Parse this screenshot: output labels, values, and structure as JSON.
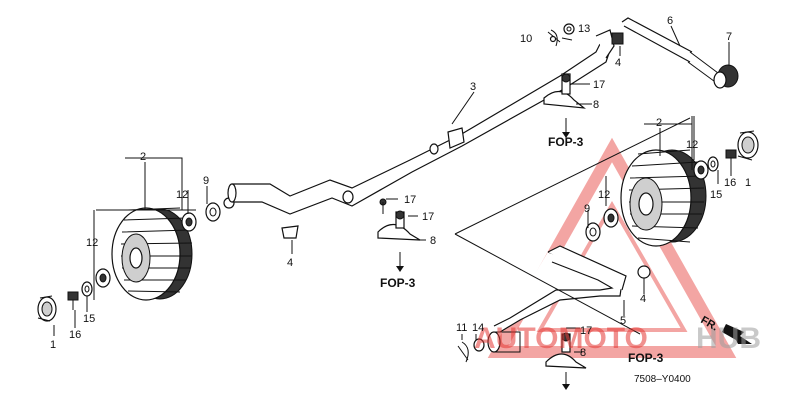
{
  "labels": {
    "l1a": "1",
    "l1b": "1",
    "l2a": "2",
    "l2b": "2",
    "l3": "3",
    "l4a": "4",
    "l4b": "4",
    "l4c": "4",
    "l5": "5",
    "l6": "6",
    "l7": "7",
    "l8a": "8",
    "l8b": "8",
    "l8c": "8",
    "l9a": "9",
    "l9b": "9",
    "l10": "10",
    "l11": "11",
    "l12a": "12",
    "l12b": "12",
    "l12c": "12",
    "l12d": "12",
    "l13": "13",
    "l14": "14",
    "l15a": "15",
    "l15b": "15",
    "l16a": "16",
    "l16b": "16",
    "l17a": "17",
    "l17b": "17",
    "l17c": "17",
    "l17d": "17"
  },
  "fop": {
    "a": "FOP-3",
    "b": "FOP-3",
    "c": "FOP-3"
  },
  "fr": "FR.",
  "diagram_code": "7508–Y0400",
  "watermark": {
    "text_left": "AUTOMOTO",
    "text_right": "HUB",
    "color_red": "#e53935",
    "color_grey": "#9e9e9e"
  }
}
